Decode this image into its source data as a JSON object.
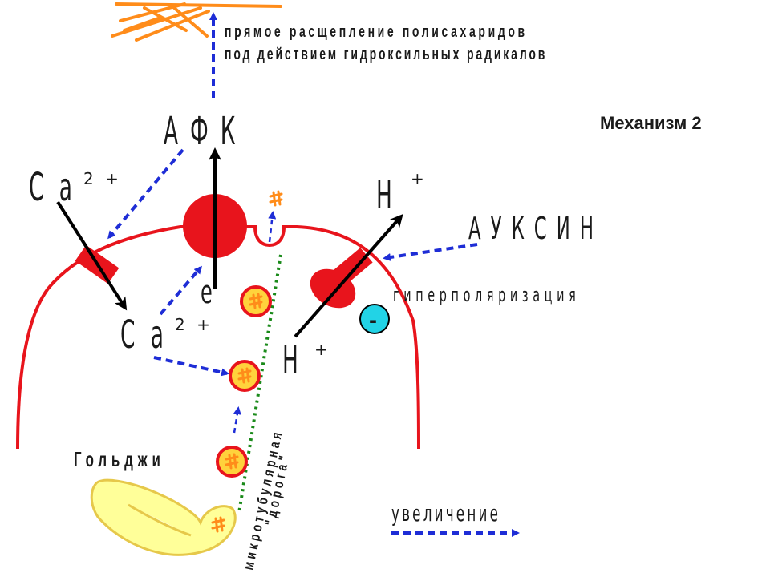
{
  "title": "Механизм 2",
  "labels": {
    "cleavage_line1": "прямое расщепление полисахаридов",
    "cleavage_line2": "под действием гидроксильных радикалов",
    "ros": "А Ф К",
    "ca_top": "С а",
    "ca_top_charge": "2 +",
    "ca_bottom": "С а",
    "ca_bottom_charge": "2 +",
    "h_top": "Н",
    "h_top_charge": "+",
    "h_bottom": "Н",
    "h_bottom_charge": "+",
    "auxin": "А У К С И Н",
    "hyperpolarization": "гиперполяризация",
    "electron": "е",
    "golgi": "Гольджи",
    "microtubule_line1": "микротубулярная",
    "microtubule_line2": "\"дорога\"",
    "legend": "увеличение",
    "minus_sign": "-"
  },
  "colors": {
    "membrane": "#e8141c",
    "vesicle_fill": "#ffd23c",
    "vesicle_stroke": "#e8141c",
    "polysaccharide": "#ff8c1a",
    "golgi_fill": "#ffff99",
    "golgi_stroke": "#e6c84a",
    "arrow_blue": "#1e2dd6",
    "microtubule": "#1a8a1a",
    "negative_charge": "#22d3e6"
  },
  "icons": [
    "polysaccharide-hash-icon",
    "dashed-arrow-icon",
    "membrane-channel-icon"
  ]
}
